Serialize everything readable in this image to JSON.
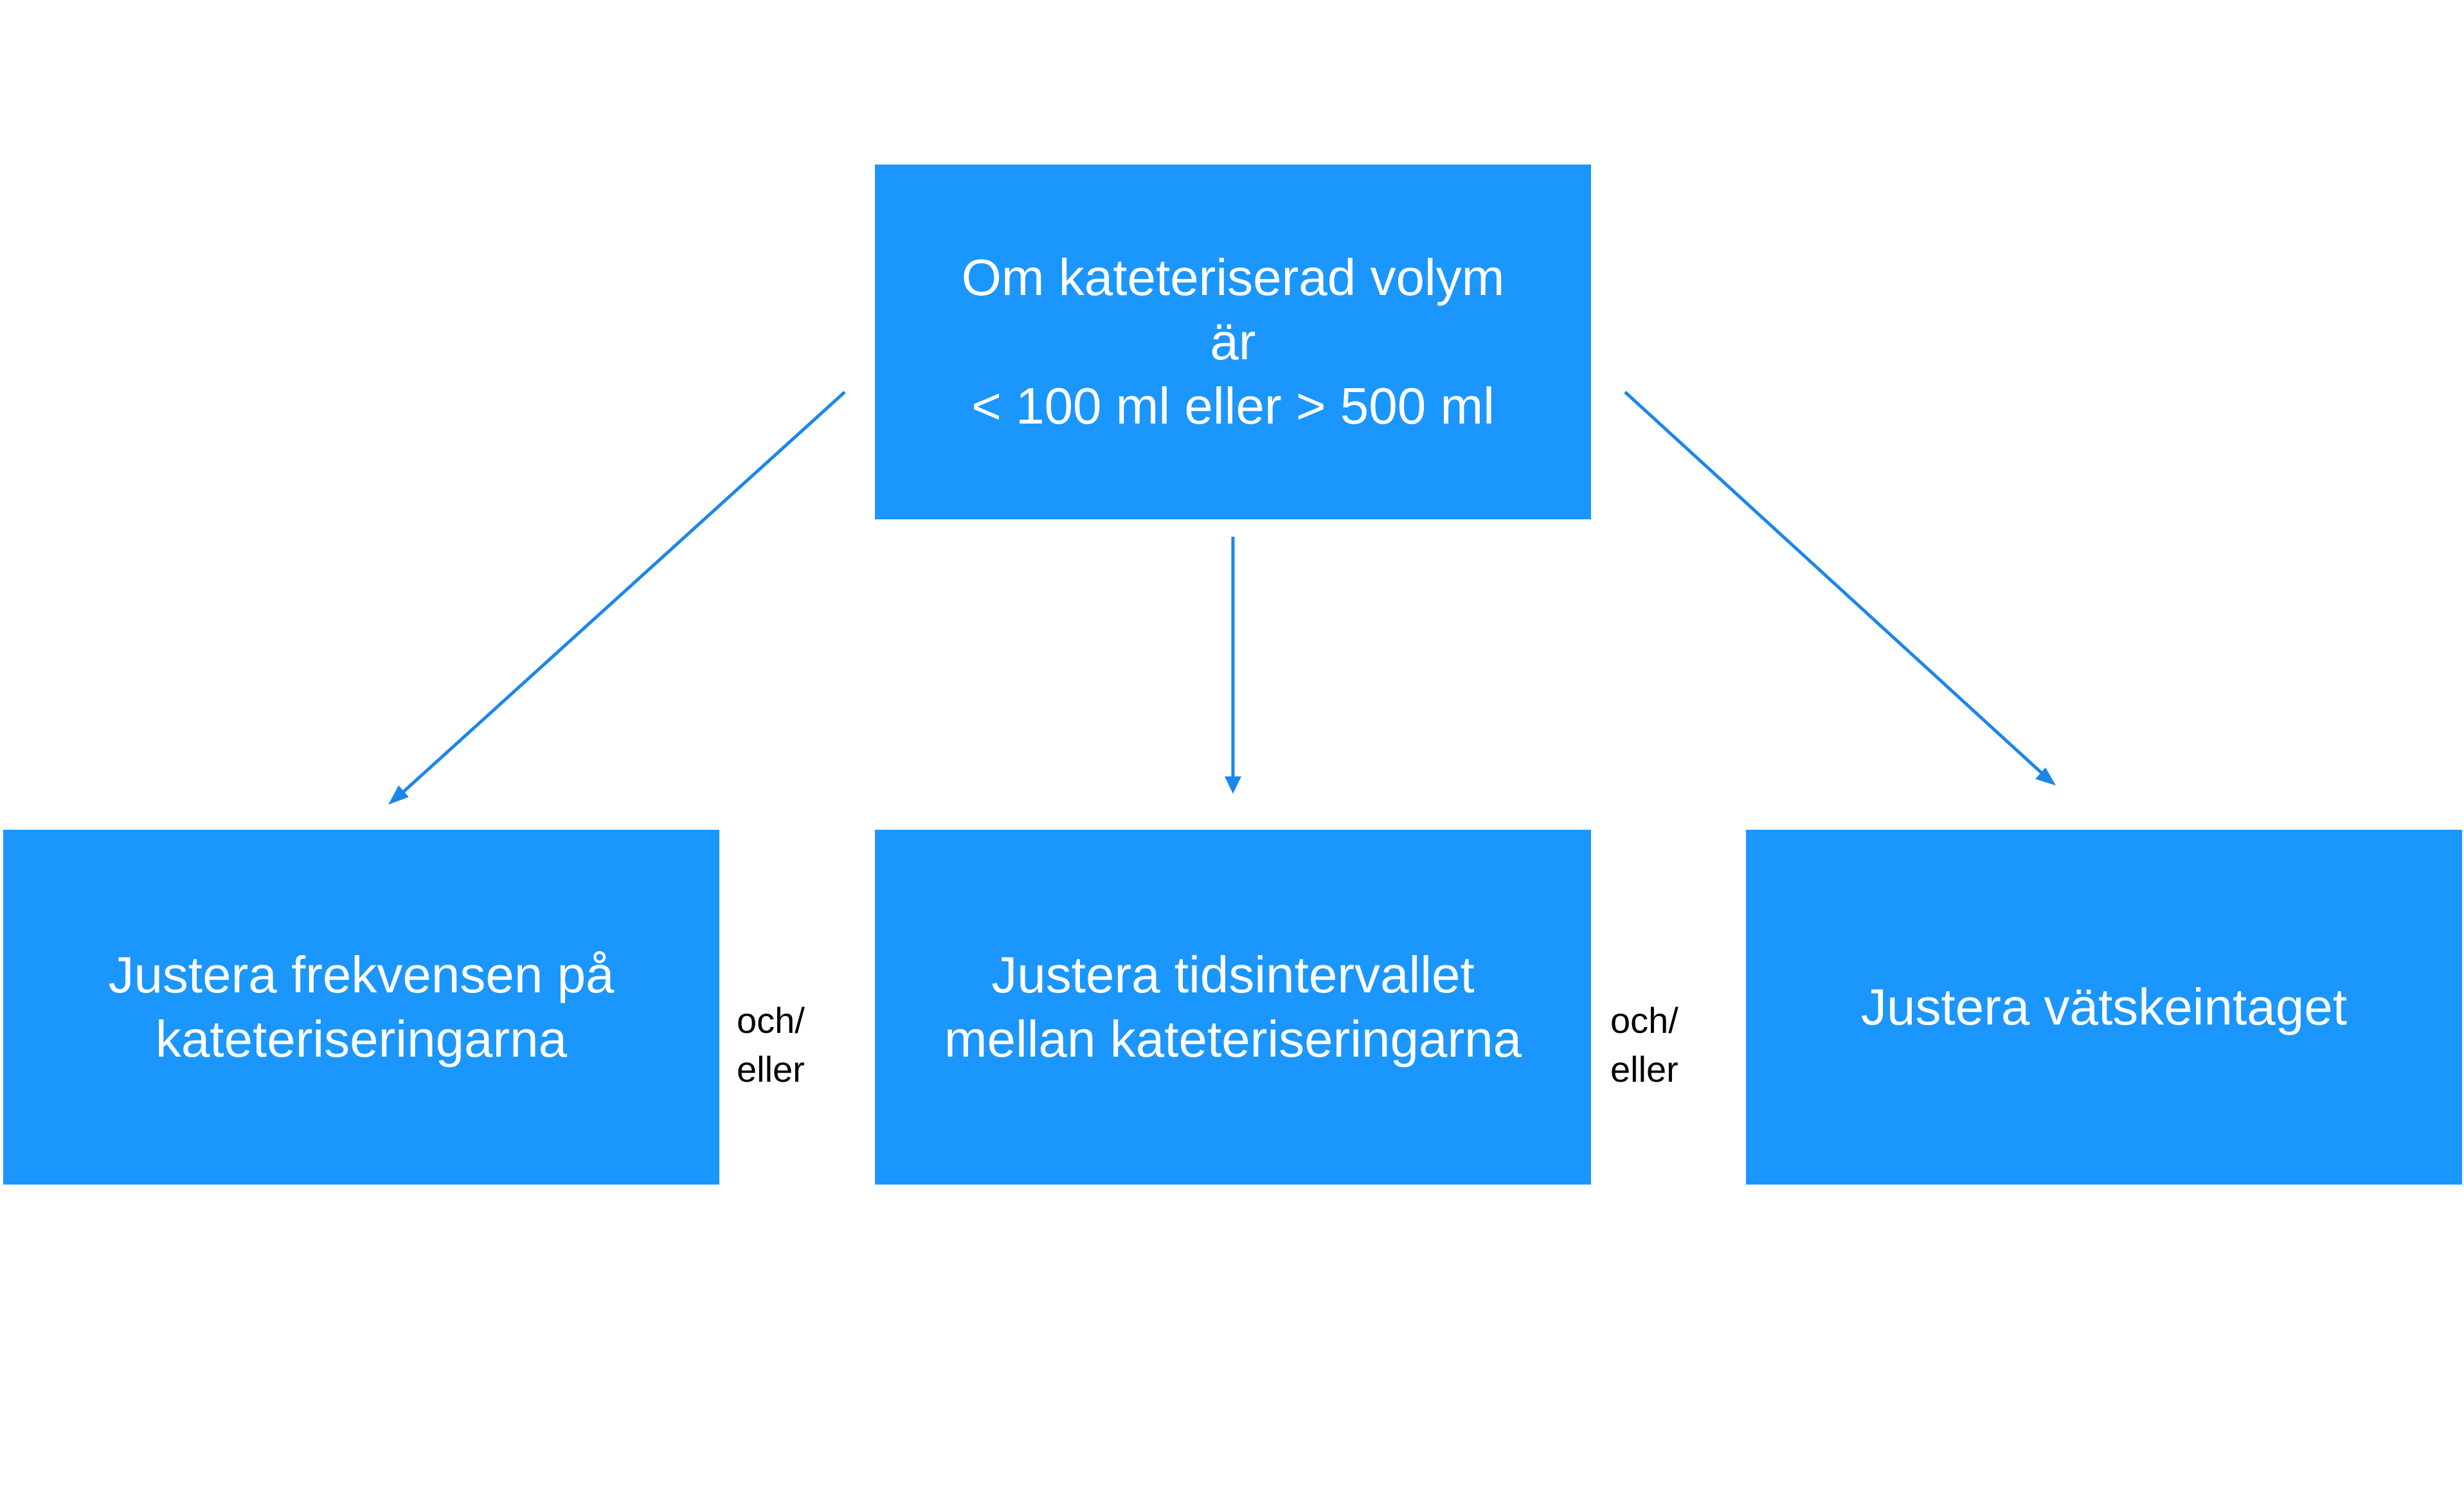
{
  "colors": {
    "box_fill": "#1b96fd",
    "box_text": "#ffffff",
    "arrow": "#1b86ea",
    "connector_text": "#000000"
  },
  "nodes": {
    "top": {
      "lines": [
        "Om kateteriserad volym",
        "är",
        "< 100 ml eller > 500 ml"
      ]
    },
    "left": {
      "lines": [
        "Justera frekvensen på",
        "kateteriseringarna"
      ]
    },
    "middle": {
      "lines": [
        "Justera tidsintervallet",
        "mellan kateteriseringarna"
      ]
    },
    "right": {
      "lines": [
        "Justera vätskeintaget"
      ]
    }
  },
  "connectors": [
    {
      "lines": [
        "och/",
        "eller"
      ]
    },
    {
      "lines": [
        "och/",
        "eller"
      ]
    }
  ],
  "edges": [
    {
      "from": "top",
      "to": "left"
    },
    {
      "from": "top",
      "to": "middle"
    },
    {
      "from": "top",
      "to": "right"
    }
  ]
}
